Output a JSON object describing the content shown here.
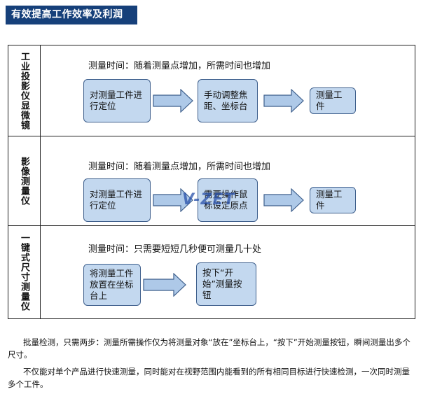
{
  "header": {
    "title": "有效提高工作效率及利润"
  },
  "rows": [
    {
      "label": "工业投影仪显微镜",
      "desc": "测量时间：随着测量点增加，所需时间也增加",
      "steps": [
        "对测量工件进行定位",
        "手动调整焦距、坐标台",
        "测量工件"
      ]
    },
    {
      "label": "影像测量仪",
      "desc": "测量时间：随着测量点增加，所需时间也增加",
      "steps": [
        "对测量工件进行定位",
        "需要操作鼠标设定原点",
        "测量工件"
      ]
    },
    {
      "label": "一键式尺寸测量仪",
      "desc": "测量时间：只需要短短几秒便可测量几十处",
      "steps": [
        "将测量工件放置在坐标台上",
        "按下“开始”测量按钮"
      ]
    }
  ],
  "watermark": "V-ZET",
  "paragraphs": [
    "批量检测，只需两步：测量所需操作仅为将测量对象“放在”坐标台上，“按下”开始测量按钮，瞬间测量出多个尺寸。",
    "不仅能对单个产品进行快速测量，同时能对在视野范围内能看到的所有相同目标进行快速检测，一次同时测量多个工件。"
  ],
  "colors": {
    "title_bg": "#16407a",
    "box_fill": "#c3d8ef",
    "box_border": "#3e5f8c",
    "arrow_fill": "#aec9e8"
  }
}
